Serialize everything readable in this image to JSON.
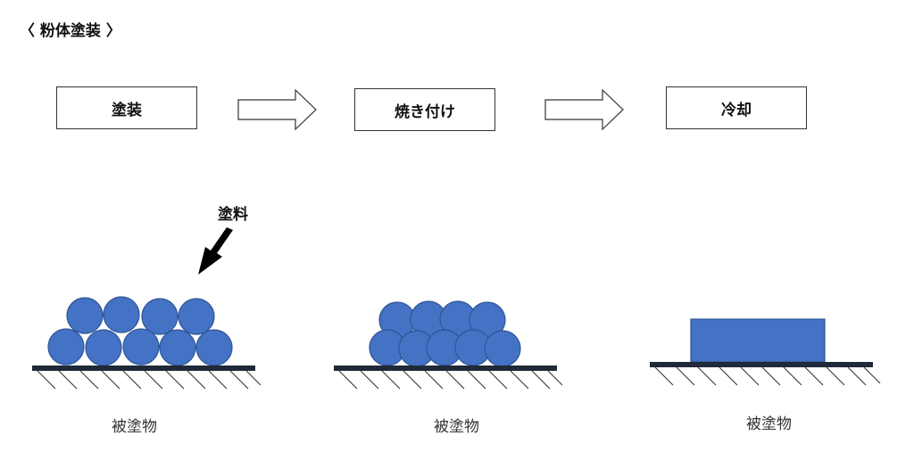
{
  "title": "〈 粉体塗装 〉",
  "steps": [
    "塗装",
    "焼き付け",
    "冷却"
  ],
  "paint_label": "塗料",
  "substrate_label": "被塗物",
  "colors": {
    "particle": "#4472c4",
    "particle_stroke": "#2f5597",
    "substrate": "#1f2937",
    "hatch": "#333333",
    "box_border": "#333333"
  },
  "icons": [
    "flow-arrow-icon",
    "paint-arrow-icon"
  ]
}
